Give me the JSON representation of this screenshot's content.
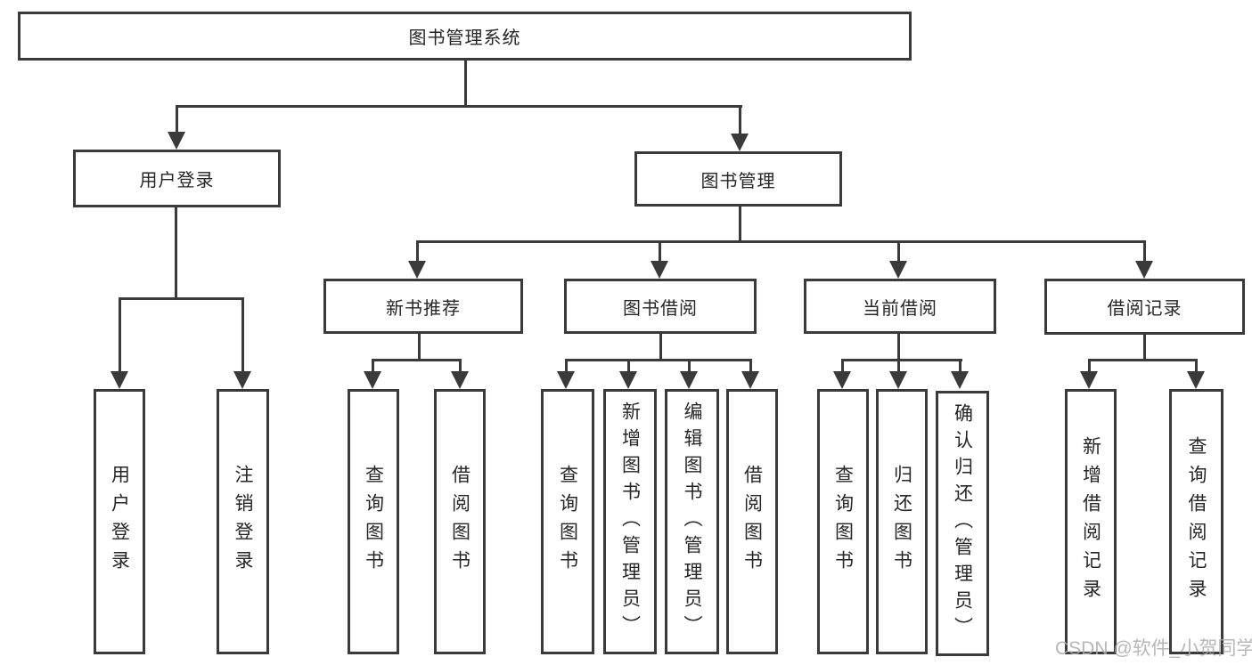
{
  "diagram": {
    "root": {
      "label": "图书管理系统"
    },
    "level2": [
      {
        "label": "用户登录"
      },
      {
        "label": "图书管理"
      }
    ],
    "user_branch": {
      "children": [
        {
          "label": "用户登录"
        },
        {
          "label": "注销登录"
        }
      ]
    },
    "book_branch": {
      "groups": [
        {
          "label": "新书推荐",
          "children": [
            {
              "label": "查询图书"
            },
            {
              "label": "借阅图书"
            }
          ]
        },
        {
          "label": "图书借阅",
          "children": [
            {
              "label": "查询图书"
            },
            {
              "label": "新增图书（管理员）"
            },
            {
              "label": "编辑图书（管理员）"
            },
            {
              "label": "借阅图书"
            }
          ]
        },
        {
          "label": "当前借阅",
          "children": [
            {
              "label": "查询图书"
            },
            {
              "label": "归还图书"
            },
            {
              "label": "确认归还（管理员）"
            }
          ]
        },
        {
          "label": "借阅记录",
          "children": [
            {
              "label": "新增借阅记录"
            },
            {
              "label": "查询借阅记录"
            }
          ]
        }
      ]
    },
    "watermark": "CSDN @软件_小贺同学",
    "colors": {
      "line": "#3a3a3a",
      "text": "#262626",
      "watermark": "#ababab",
      "background": "#ffffff"
    }
  }
}
